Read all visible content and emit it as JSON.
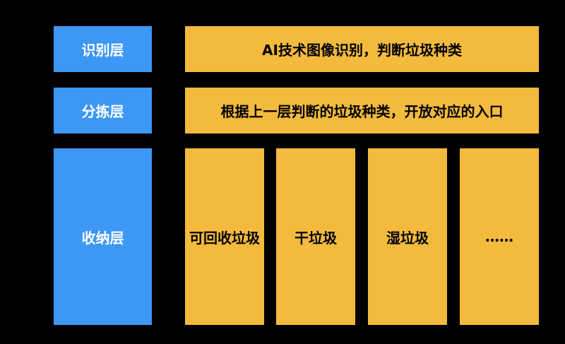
{
  "layers": [
    "识别层",
    "分拣层",
    "收纳层"
  ],
  "rows": [
    "AI技术图像识别，判断垃圾种类",
    "根据上一层判断的垃圾种类，开放对应的入口"
  ],
  "bins": [
    "可回收垃圾",
    "干垃圾",
    "湿垃圾",
    "……"
  ],
  "colors": {
    "background": "#000000",
    "layer_box": "#3d97f5",
    "content_box": "#f3ba3e"
  }
}
